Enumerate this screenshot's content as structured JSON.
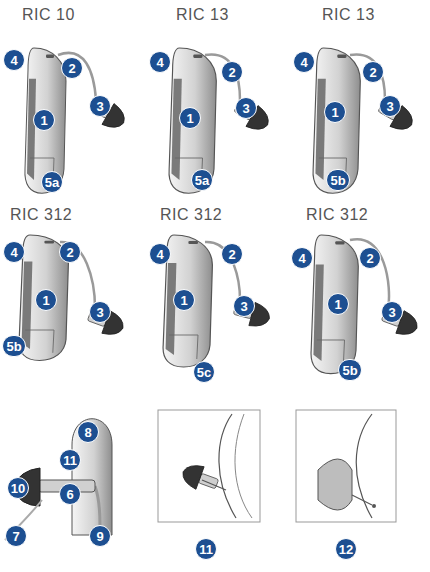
{
  "diagram": {
    "labels": [
      "RIC 10",
      "4",
      "2",
      "1",
      "3",
      "5a",
      "RIC 13",
      "4",
      "2",
      "1",
      "3",
      "5a",
      "RIC 13",
      "4",
      "2",
      "1",
      "3",
      "5b",
      "RIC 312",
      "4",
      "2",
      "1",
      "3",
      "5b",
      "RIC 312",
      "4",
      "2",
      "1",
      "3",
      "5c",
      "RIC 312",
      "4",
      "2",
      "1",
      "3",
      "5b",
      "8",
      "11",
      "10",
      "6",
      "7",
      "9",
      "11",
      "12"
    ]
  }
}
